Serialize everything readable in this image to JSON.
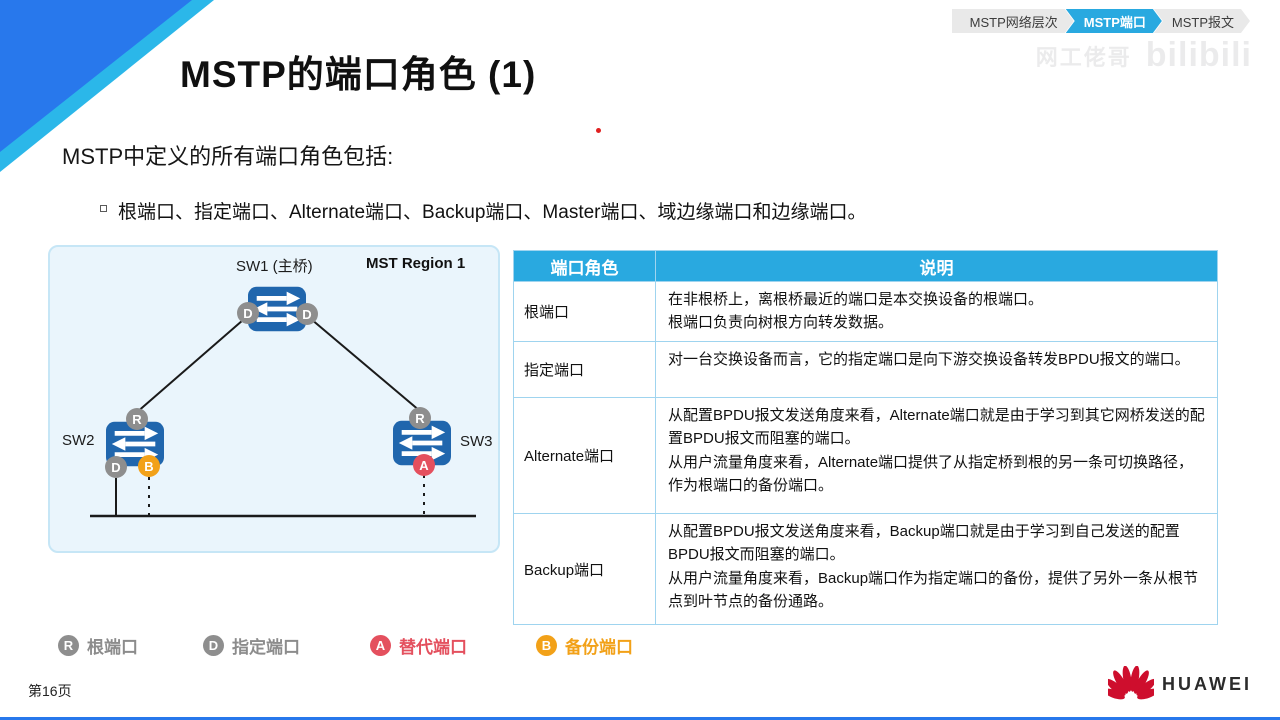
{
  "breadcrumb": {
    "items": [
      {
        "label": "MSTP网络层次",
        "active": false
      },
      {
        "label": "MSTP端口",
        "active": true
      },
      {
        "label": "MSTP报文",
        "active": false
      }
    ]
  },
  "watermark": {
    "text": "网工佬哥",
    "logo": "bilibili"
  },
  "header": {
    "title": "MSTP的端口角色 (1)"
  },
  "intro": {
    "lead": "MSTP中定义的所有端口角色包括:",
    "bullet": "根端口、指定端口、Alternate端口、Backup端口、Master端口、域边缘端口和边缘端口。"
  },
  "diagram": {
    "region_label": "MST Region 1",
    "sw1_label": "SW1 (主桥)",
    "sw2_label": "SW2",
    "sw3_label": "SW3",
    "badges": {
      "sw1_left": "D",
      "sw1_right": "D",
      "sw2_top": "R",
      "sw2_left": "D",
      "sw2_right": "B",
      "sw3_top": "R",
      "sw3_bottom": "A"
    }
  },
  "table": {
    "headers": [
      "端口角色",
      "说明"
    ],
    "rows": [
      {
        "role": "根端口",
        "lines": [
          "在非根桥上，离根桥最近的端口是本交换设备的根端口。",
          "根端口负责向树根方向转发数据。"
        ]
      },
      {
        "role": "指定端口",
        "lines": [
          "对一台交换设备而言，它的指定端口是向下游交换设备转发BPDU报文的端口。"
        ]
      },
      {
        "role": "Alternate端口",
        "lines": [
          "从配置BPDU报文发送角度来看，Alternate端口就是由于学习到其它网桥发送的配置BPDU报文而阻塞的端口。",
          "从用户流量角度来看，Alternate端口提供了从指定桥到根的另一条可切换路径，作为根端口的备份端口。"
        ]
      },
      {
        "role": "Backup端口",
        "lines": [
          "从配置BPDU报文发送角度来看，Backup端口就是由于学习到自己发送的配置BPDU报文而阻塞的端口。",
          "从用户流量角度来看，Backup端口作为指定端口的备份，提供了另外一条从根节点到叶节点的备份通路。"
        ]
      }
    ]
  },
  "legend": {
    "items": [
      {
        "letter": "R",
        "label": "根端口",
        "color": "#8e8e8e"
      },
      {
        "letter": "D",
        "label": "指定端口",
        "color": "#8e8e8e"
      },
      {
        "letter": "A",
        "label": "替代端口",
        "color": "#e4505e"
      },
      {
        "letter": "B",
        "label": "备份端口",
        "color": "#f2a118"
      }
    ]
  },
  "footer": {
    "page": "第16页",
    "brand": "HUAWEI"
  },
  "colors": {
    "accent_blue": "#29a9e0",
    "corner_blue": "#2878ec",
    "corner_cyan": "#2bb7e9",
    "switch_blue": "#2066ad",
    "badge_gray": "#8e8e8e",
    "badge_orange": "#f2a118",
    "badge_red": "#e4505e",
    "huawei_red": "#ce0e2d"
  }
}
